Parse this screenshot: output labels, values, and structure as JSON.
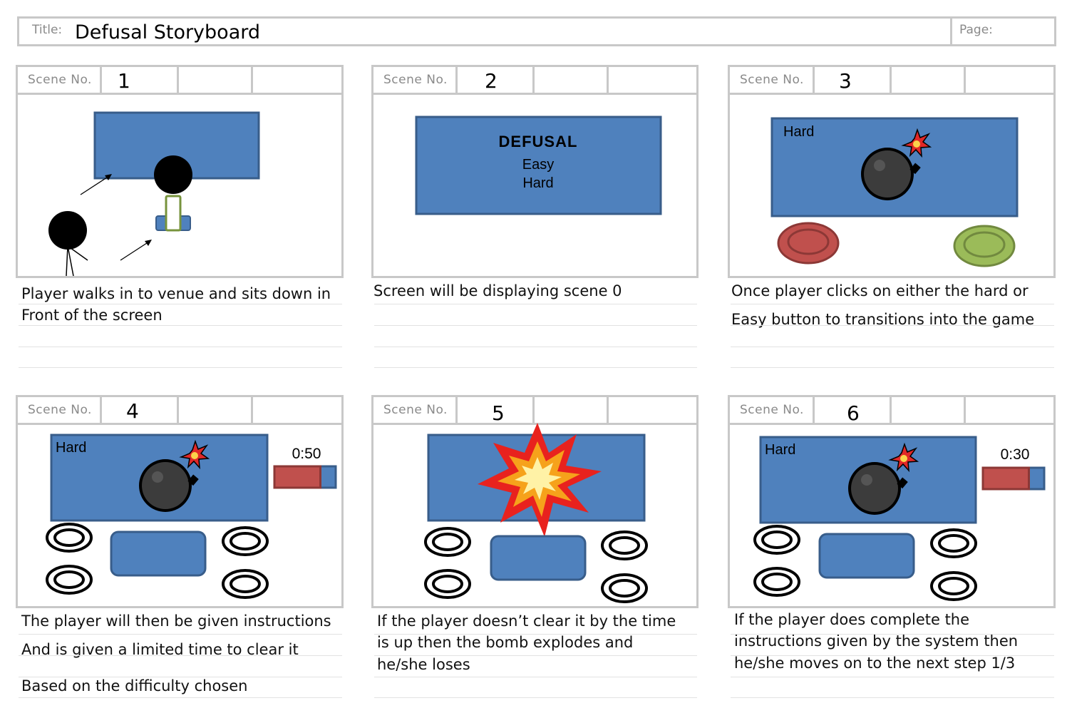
{
  "title_label": "Title:",
  "title": "Defusal Storyboard",
  "page_label": "Page:",
  "scene_label": "Scene No.",
  "colors": {
    "screen_blue": "#4f81bd",
    "screen_border": "#385d8a",
    "frame_gray": "#c8c8c8",
    "timer_red": "#c0504d",
    "button_green": "#9bbb59"
  },
  "scenes": [
    {
      "number": "1",
      "lines": [
        "Player walks in to venue and sits down in",
        "Front of the screen"
      ]
    },
    {
      "number": "2",
      "screen_title": "DEFUSAL",
      "screen_options": [
        "Easy",
        "Hard"
      ],
      "lines": [
        "Screen will be displaying scene 0"
      ]
    },
    {
      "number": "3",
      "difficulty": "Hard",
      "lines": [
        "Once player clicks on either the hard or",
        "Easy button to transitions into the game"
      ]
    },
    {
      "number": "4",
      "difficulty": "Hard",
      "timer": "0:50",
      "timer_fill": 0.75,
      "lines": [
        "The player will then be given instructions",
        "And is given a limited time to clear it",
        "Based on the difficulty chosen"
      ]
    },
    {
      "number": "5",
      "lines": [
        "If the player doesn’t clear it by the time",
        "is up then the bomb explodes and",
        "he/she loses"
      ]
    },
    {
      "number": "6",
      "difficulty": "Hard",
      "timer": "0:30",
      "timer_fill": 0.75,
      "lines": [
        "If the player does complete the",
        "instructions given by the system then",
        "he/she moves on to the next step 1/3"
      ]
    }
  ]
}
